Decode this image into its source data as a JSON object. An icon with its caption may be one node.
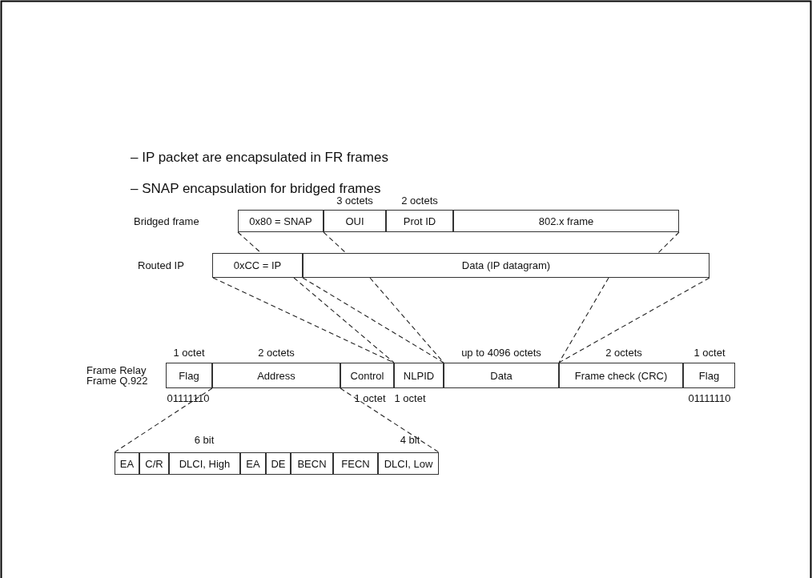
{
  "diagram": {
    "nodes": [
      {
        "text": [
          "0x80 = SNAP"
        ]
      },
      {
        "text": [
          "OUI"
        ],
        "beside": [
          "3 octets"
        ]
      },
      {
        "text": [
          "Prot ID"
        ],
        "beside": [
          "2 octets"
        ]
      },
      {
        "text": [
          "802.x frame"
        ]
      },
      {
        "text": [
          "0xCC = IP"
        ]
      },
      {
        "text": [
          "Data (IP datagram)"
        ]
      },
      {
        "text": [
          "Flag"
        ],
        "beside": [
          "1 octet",
          "01111110"
        ]
      },
      {
        "text": [
          "Address"
        ],
        "beside": [
          "2 octets"
        ]
      },
      {
        "text": [
          "Control"
        ],
        "beside": [
          "1 octet"
        ]
      },
      {
        "text": [
          "NLPID"
        ],
        "beside": [
          "1 octet"
        ]
      },
      {
        "text": [
          "Data"
        ],
        "beside": [
          "up to 4096 octets"
        ]
      },
      {
        "text": [
          "Frame check (CRC)"
        ],
        "beside": [
          "2 octets"
        ]
      },
      {
        "text": [
          "Flag"
        ],
        "beside": [
          "1 octet",
          "01111110"
        ]
      },
      {
        "text": [
          "EA"
        ]
      },
      {
        "text": [
          "C/R"
        ]
      },
      {
        "text": [
          "DLCI, High"
        ],
        "beside": [
          "6 bit"
        ]
      },
      {
        "text": [
          "EA"
        ]
      },
      {
        "text": [
          "DE"
        ]
      },
      {
        "text": [
          "BECN"
        ]
      },
      {
        "text": [
          "FECN"
        ]
      },
      {
        "text": [
          "DLCI, Low"
        ],
        "beside": [
          "4 bit"
        ]
      }
    ],
    "labels": [
      "– IP packet are encapsulated in FR frames",
      "– SNAP encapsulation for bridged frames",
      "Bridged frame",
      "Routed IP",
      "Frame Relay Frame Q.922"
    ]
  }
}
